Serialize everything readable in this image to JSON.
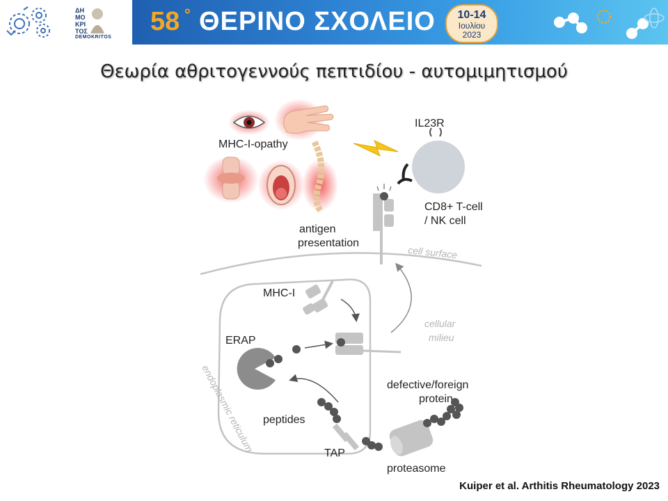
{
  "banner": {
    "edition_number": "58",
    "degree_symbol": "°",
    "title": "ΘΕΡΙΝΟ ΣΧΟΛΕΙΟ",
    "date_days": "10-14",
    "date_month": "Ιουλίου",
    "date_year": "2023",
    "institute_logo_text": "DEMOKRITOS",
    "colors": {
      "bar_start": "#1f5fb0",
      "bar_end": "#5cc4f0",
      "accent": "#f5a623"
    }
  },
  "slide": {
    "title": "Θεωρία αθριτογεννούς πεπτιδίου - αυτομιμητισμού",
    "citation": "Kuiper et al. Arthitis Rheumatology 2023"
  },
  "diagram": {
    "labels": {
      "mhc_opathy": "MHC-I-opathy",
      "il23r": "IL23R",
      "cd8_line1": "CD8+ T-cell",
      "cd8_line2": "/ NK cell",
      "antigen_line1": "antigen",
      "antigen_line2": "presentation",
      "cell_surface": "cell surface",
      "mhc_i": "MHC-I",
      "cellular_line1": "cellular",
      "cellular_line2": "milieu",
      "erap": "ERAP",
      "defective_line1": "defective/foreign",
      "defective_line2": "protein",
      "peptides": "peptides",
      "tap": "TAP",
      "proteasome": "proteasome",
      "er_label": "endoplasmic reticulum"
    },
    "colors": {
      "inflammation": "#f04040",
      "cell_gray": "#cfd4db",
      "molecule_gray": "#c4c4c4",
      "peptide_dark": "#555555",
      "lightning": "#f5c518"
    }
  }
}
